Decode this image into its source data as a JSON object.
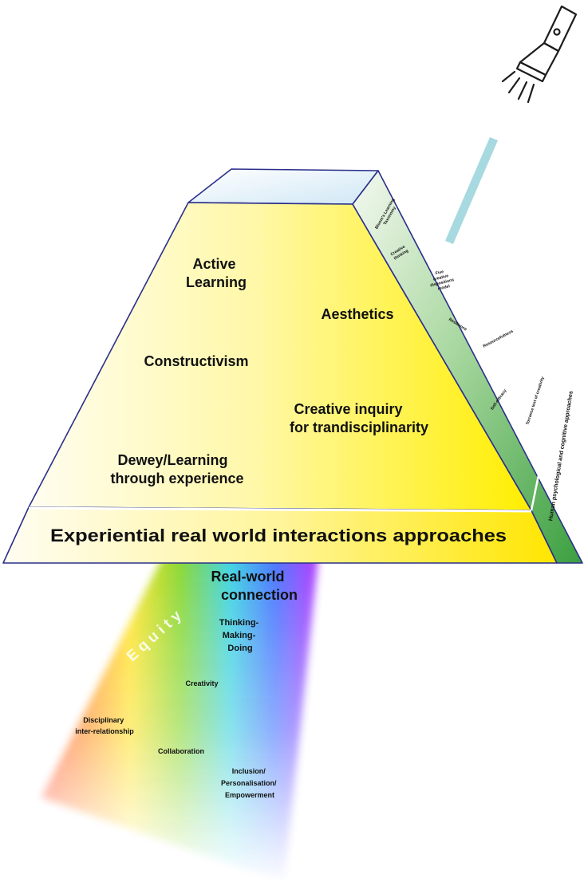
{
  "front_face": {
    "active_learning": [
      "Active",
      "Learning"
    ],
    "aesthetics": "Aesthetics",
    "constructivism": "Constructivism",
    "creative_inquiry": [
      "Creative inquiry",
      "for trandisciplinarity"
    ],
    "dewey": [
      "Dewey/Learning",
      "through experience"
    ]
  },
  "base_band": {
    "label": "Experiential real world interactions approaches"
  },
  "side_face": {
    "items": [
      [
        "Bloom's Learning",
        "Taxonomy"
      ],
      [
        "Creative",
        "thinking"
      ],
      [
        "Five",
        "creative",
        "dispositions",
        "model"
      ],
      [
        "Resilience"
      ],
      [
        "Resourcefulness"
      ],
      [
        "Self-efficacy"
      ],
      [
        "Torrance test of creativity"
      ]
    ],
    "vertical_label": "Human psychological and cognitive approaches"
  },
  "spectrum_beam": {
    "equity": "E q u i t y",
    "real_world": [
      "Real-world",
      "connection"
    ],
    "thinking": [
      "Thinking-",
      "Making-",
      "Doing"
    ],
    "creativity": "Creativity",
    "disciplinary": [
      "Disciplinary",
      "inter-relationship"
    ],
    "collaboration": "Collaboration",
    "inclusion": [
      "Inclusion/",
      "Personalisation/",
      "Empowerment"
    ]
  },
  "colors": {
    "outline": "#2a2f8a",
    "front_left": "#fffbe8",
    "front_right": "#fff200",
    "side_light": "#f2f8ee",
    "side_dark": "#3fa845",
    "top_face": "#d7ecf7",
    "light_beam": "#a7d9e0"
  },
  "icons": {
    "flashlight": "flashlight-icon"
  }
}
